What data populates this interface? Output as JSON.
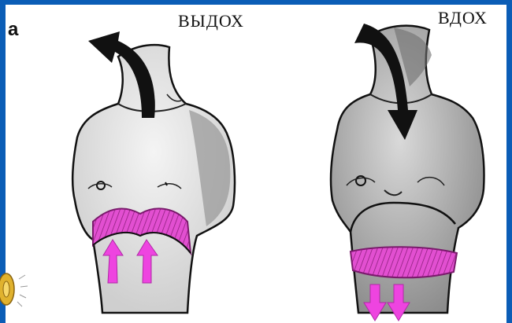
{
  "panel_letter": "а",
  "figures": {
    "exhale": {
      "label": "ВЫДОХ"
    },
    "inhale": {
      "label": "ВДОХ"
    }
  },
  "colors": {
    "border": "#0b5db6",
    "diaphragm": "#e24fd1",
    "arrow_dark": "#111111",
    "arrow_magenta": "#ee44e0"
  },
  "icons": [
    "speaker-icon"
  ]
}
